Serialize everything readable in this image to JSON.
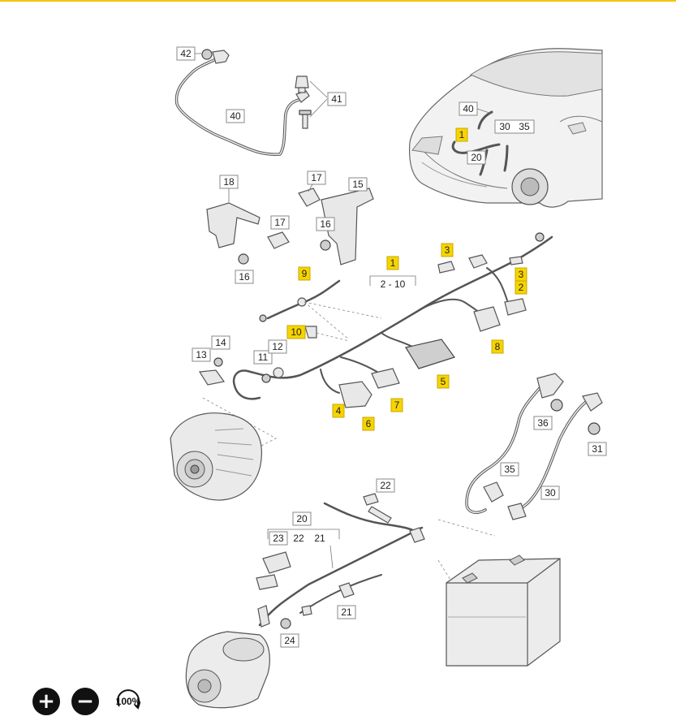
{
  "callouts": {
    "c42": "42",
    "c40a": "40",
    "c41": "41",
    "c40b": "40",
    "c1a": "1",
    "c30a": "30",
    "c35a": "35",
    "c20a": "20",
    "c18": "18",
    "c17a": "17",
    "c15": "15",
    "c17b": "17",
    "c16a": "16",
    "c16b": "16",
    "c9": "9",
    "c1b": "1",
    "c1range": "2 - 10",
    "c3a": "3",
    "c3b": "3",
    "c2": "2",
    "c10": "10",
    "c14": "14",
    "c13": "13",
    "c11": "11",
    "c12": "12",
    "c8": "8",
    "c5": "5",
    "c4": "4",
    "c6": "6",
    "c7": "7",
    "c36": "36",
    "c31": "31",
    "c35b": "35",
    "c30b": "30",
    "c22a": "22",
    "c20b": "20",
    "c23": "23",
    "c22b": "22",
    "c21a": "21",
    "c21b": "21",
    "c24": "24"
  },
  "controls": {
    "zoom_in_icon": "plus-icon",
    "zoom_out_icon": "minus-icon",
    "zoom_reset_label": "100%"
  },
  "colors": {
    "highlight": "#f6d400",
    "top_bar": "#f5c400"
  }
}
